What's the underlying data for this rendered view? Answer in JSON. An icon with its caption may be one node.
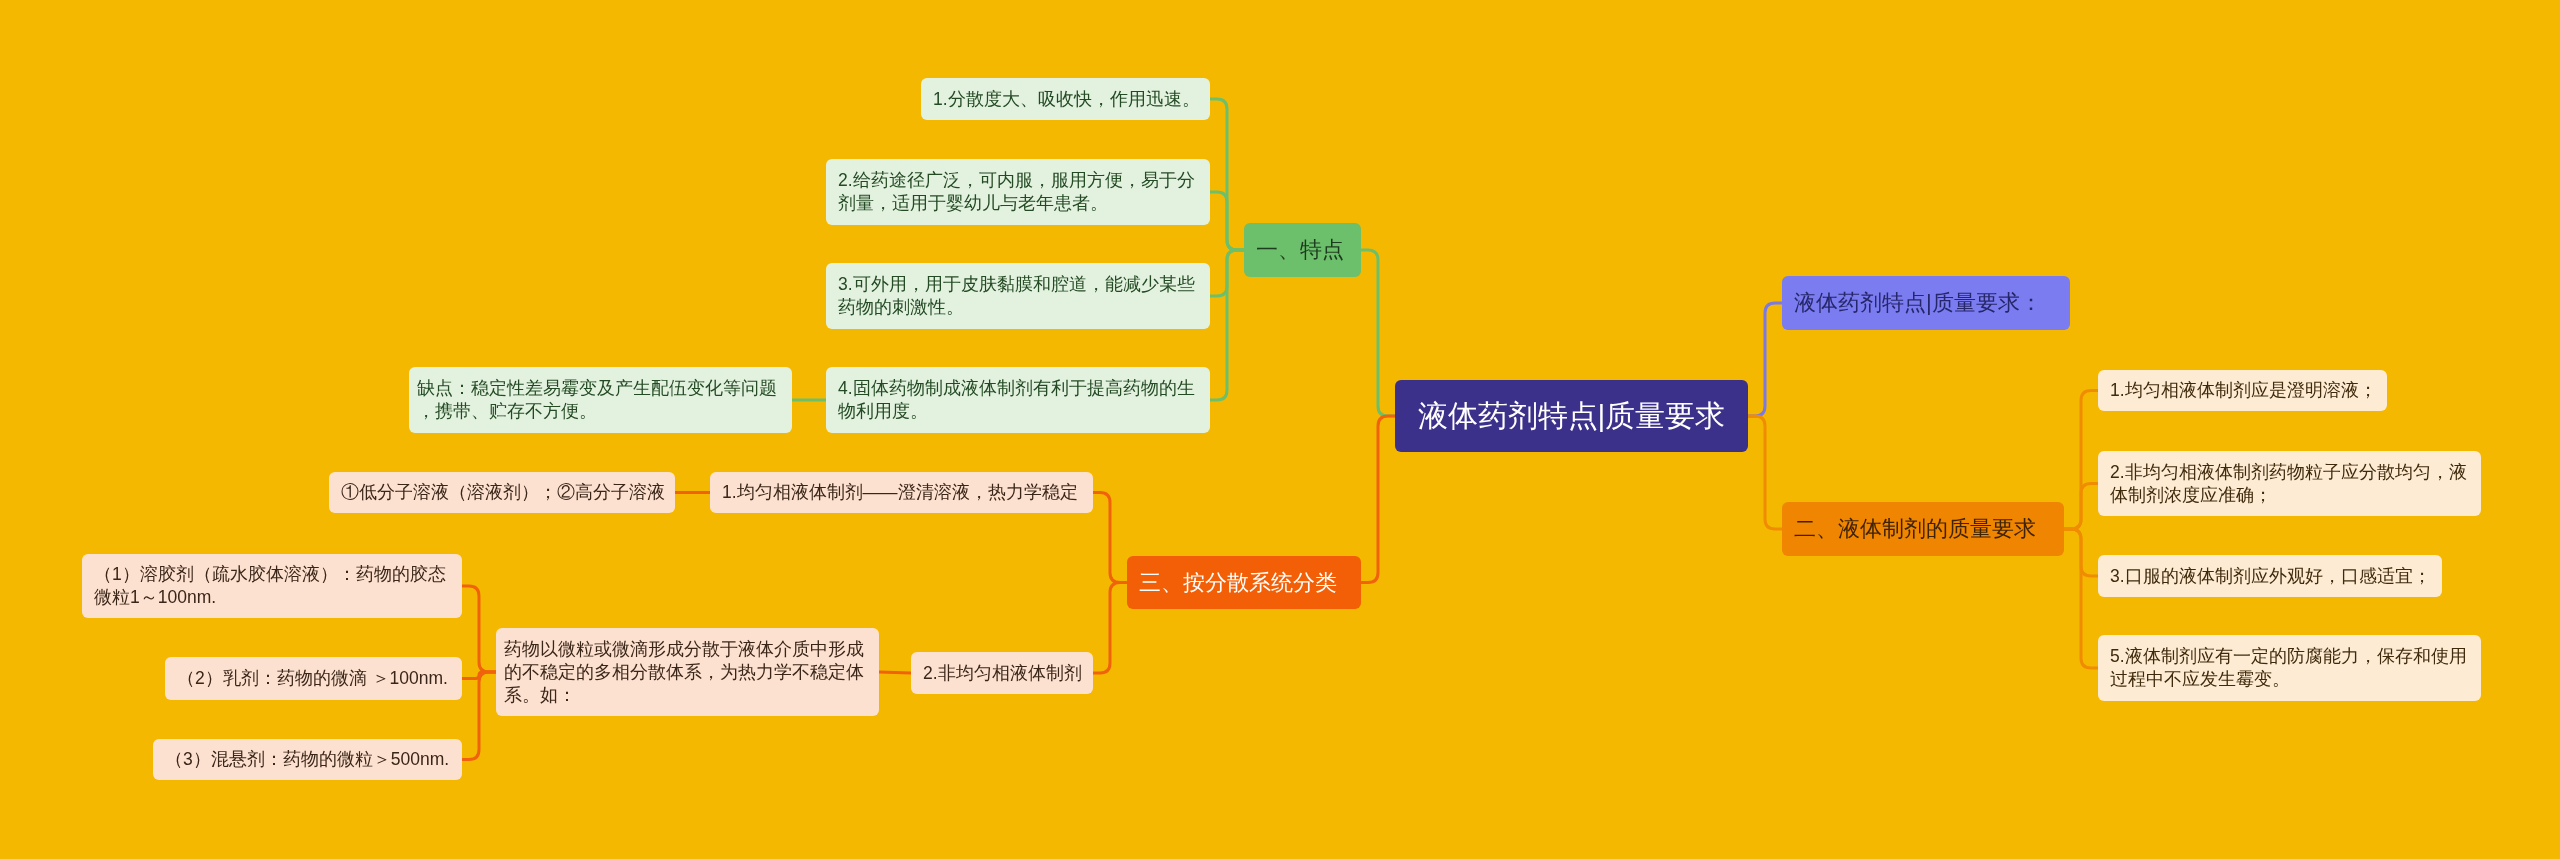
{
  "diagram": {
    "nodes": [
      {
        "text": [
          "液体药剂特点|质量要求"
        ]
      },
      {
        "text": [
          "一、特点"
        ]
      },
      {
        "text": [
          "1.分散度大、吸收快，作用迅速。"
        ]
      },
      {
        "text": [
          "2.给药途径广泛，可内服，服用方便，易于分剂量，适用于婴幼儿与老年患者。"
        ]
      },
      {
        "text": [
          "3.可外用，用于皮肤黏膜和腔道，能减少某些药物的刺激性。"
        ]
      },
      {
        "text": [
          "4.固体药物制成液体制剂有利于提高药物的生物利用度。"
        ]
      },
      {
        "text": [
          "缺点：稳定性差易霉变及产生配伍变化等问题，携带、贮存不方便。"
        ]
      },
      {
        "text": [
          "三、按分散系统分类"
        ]
      },
      {
        "text": [
          "1.均匀相液体制剂——澄清溶液，热力学稳定"
        ]
      },
      {
        "text": [
          "①低分子溶液（溶液剂）；②高分子溶液"
        ]
      },
      {
        "text": [
          "2.非均匀相液体制剂"
        ]
      },
      {
        "text": [
          "药物以微粒或微滴形成分散于液体介质中形成的不稳定的多相分散体系，为热力学不稳定体系。如："
        ]
      },
      {
        "text": [
          "（1）溶胶剂（疏水胶体溶液）：药物的胶态微粒1～100nm."
        ]
      },
      {
        "text": [
          "（2）乳剂：药物的微滴 ＞100nm."
        ]
      },
      {
        "text": [
          "（3）混悬剂：药物的微粒＞500nm."
        ]
      },
      {
        "text": [
          "液体药剂特点|质量要求："
        ]
      },
      {
        "text": [
          "二、液体制剂的质量要求"
        ]
      },
      {
        "text": [
          "1.均匀相液体制剂应是澄明溶液；"
        ]
      },
      {
        "text": [
          "2.非均匀相液体制剂药物粒子应分散均匀，液体制剂浓度应准确；"
        ]
      },
      {
        "text": [
          "3.口服的液体制剂应外观好，口感适宜；"
        ]
      },
      {
        "text": [
          "5.液体制剂应有一定的防腐能力，保存和使用过程中不应发生霉变。"
        ]
      }
    ],
    "edges": [
      {
        "from": 0,
        "to": 1,
        "arrow": "none",
        "color": "#6dbf6a"
      },
      {
        "from": 1,
        "to": 2,
        "arrow": "none",
        "color": "#6dbf6a"
      },
      {
        "from": 1,
        "to": 3,
        "arrow": "none",
        "color": "#6dbf6a"
      },
      {
        "from": 1,
        "to": 4,
        "arrow": "none",
        "color": "#6dbf6a"
      },
      {
        "from": 1,
        "to": 5,
        "arrow": "none",
        "color": "#6dbf6a"
      },
      {
        "from": 5,
        "to": 6,
        "arrow": "none",
        "color": "#6dbf6a"
      },
      {
        "from": 0,
        "to": 7,
        "arrow": "none"
      },
      {
        "from": 7,
        "to": 8,
        "arrow": "none"
      },
      {
        "from": 8,
        "to": 9,
        "arrow": "none"
      },
      {
        "from": 7,
        "to": 10,
        "arrow": "none"
      },
      {
        "from": 10,
        "to": 11,
        "arrow": "none"
      },
      {
        "from": 11,
        "to": 12,
        "arrow": "none"
      },
      {
        "from": 11,
        "to": 13,
        "arrow": "none"
      },
      {
        "from": 11,
        "to": 14,
        "arrow": "none"
      },
      {
        "from": 0,
        "to": 15,
        "arrow": "none",
        "color": "#7b79e6"
      },
      {
        "from": 0,
        "to": 16,
        "arrow": "none",
        "color": "#f08c00"
      },
      {
        "from": 16,
        "to": 17,
        "arrow": "none",
        "color": "#f08c00"
      },
      {
        "from": 16,
        "to": 18,
        "arrow": "none",
        "color": "#f08c00"
      },
      {
        "from": 16,
        "to": 19,
        "arrow": "none",
        "color": "#f08c00"
      },
      {
        "from": 16,
        "to": 20,
        "arrow": "none",
        "color": "#f08c00"
      }
    ]
  }
}
